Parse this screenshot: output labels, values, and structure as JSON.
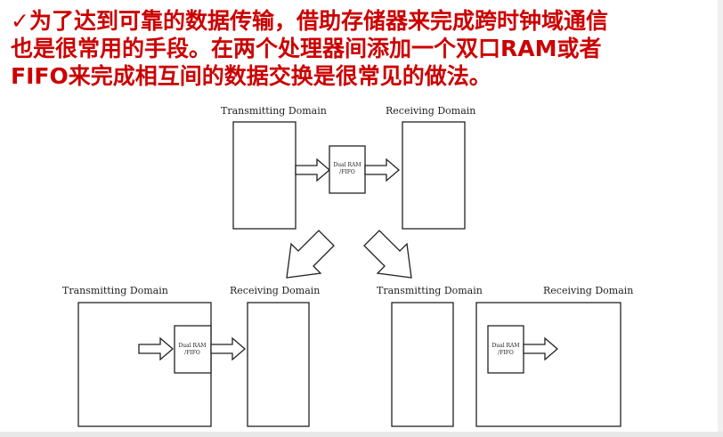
{
  "slide": {
    "check_mark": "✓",
    "lines": [
      "为了达到可靠的数据传输，借助存储器来完成跨时钟域通信",
      "也是很常用的手段。在两个处理器间添加一个双口RAM或者",
      "FIFO来完成相互间的数据交换是很常见的做法。"
    ]
  },
  "diagram": {
    "top": {
      "transmitting_label": "Transmitting Domain",
      "receiving_label": "Receiving Domain",
      "ram_line1": "Dual RAM",
      "ram_line2": "/FIFO"
    },
    "bottom_left": {
      "transmitting_label": "Transmitting Domain",
      "receiving_label": "Receiving Domain",
      "ram_line1": "Dual RAM",
      "ram_line2": "/FIFO"
    },
    "bottom_right": {
      "transmitting_label": "Transmitting Domain",
      "receiving_label": "Receiving Domain",
      "ram_line1": "Dual RAM",
      "ram_line2": "/FIFO"
    }
  }
}
